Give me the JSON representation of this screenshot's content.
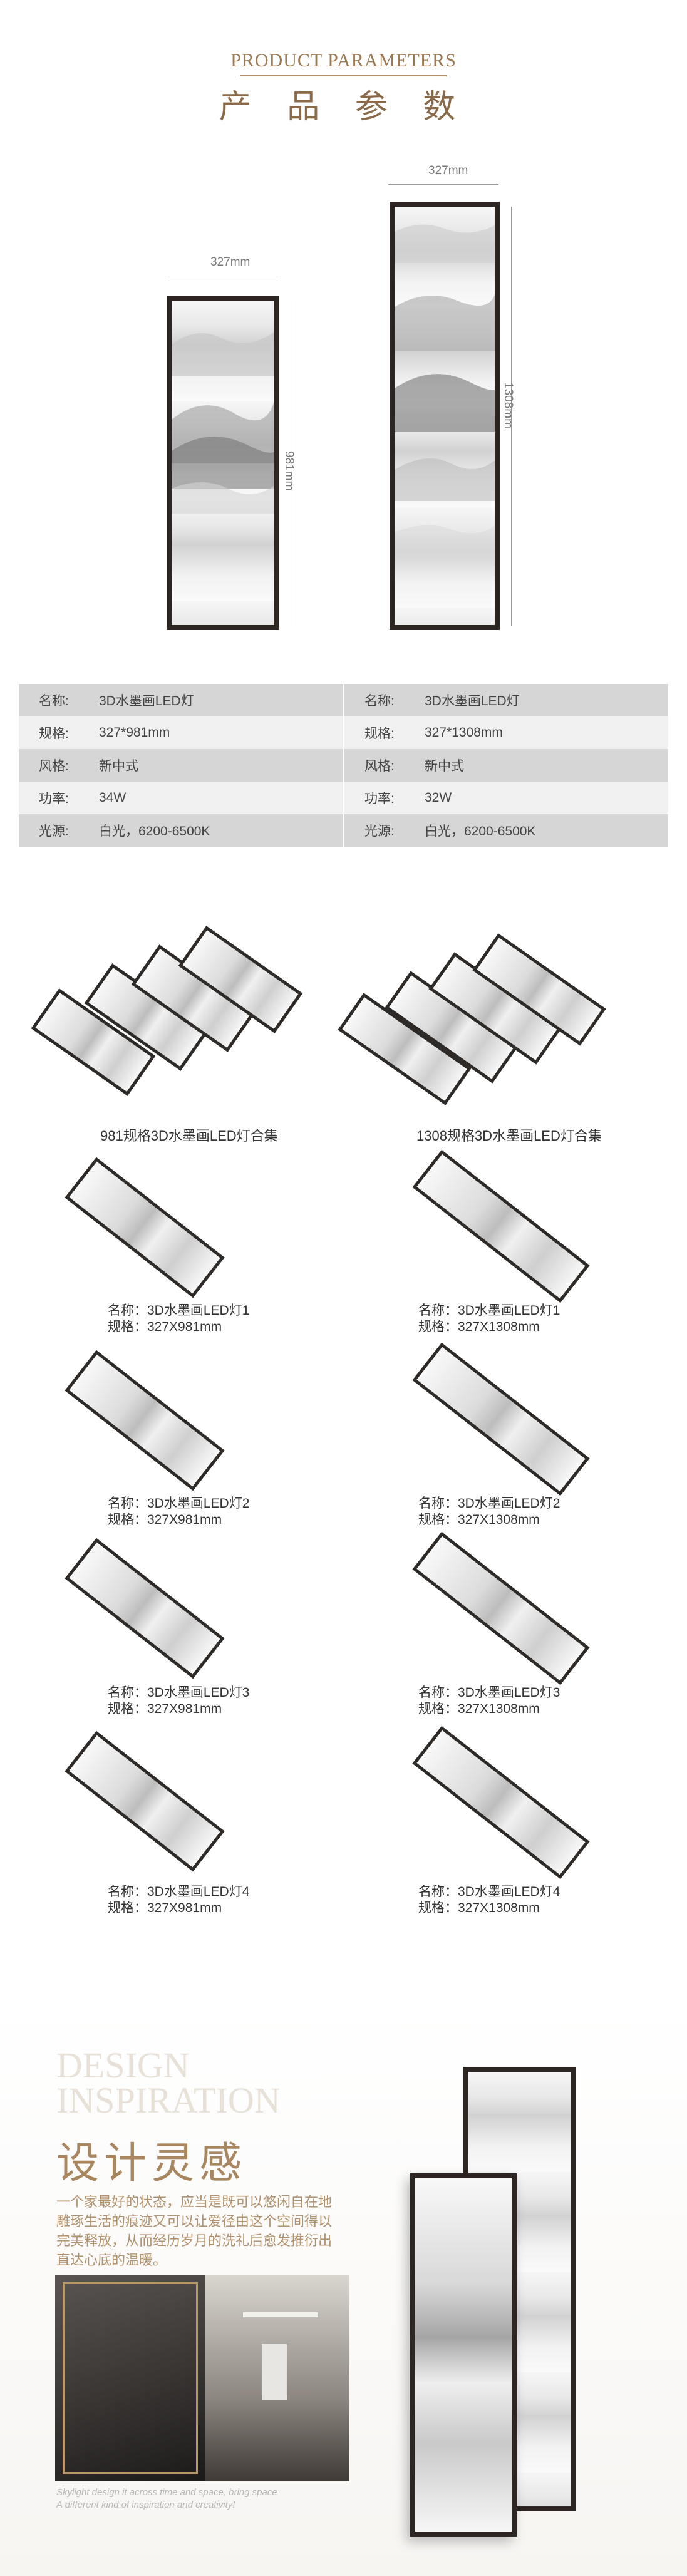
{
  "header": {
    "title_en": "PRODUCT PARAMETERS",
    "title_cn": "产 品 参 数"
  },
  "dimensions": {
    "small_width": "327mm",
    "small_height": "981mm",
    "large_width": "327mm",
    "large_height": "1308mm"
  },
  "specs_left": [
    {
      "label": "名称:",
      "value": "3D水墨画LED灯"
    },
    {
      "label": "规格:",
      "value": "327*981mm"
    },
    {
      "label": "风格:",
      "value": "新中式"
    },
    {
      "label": "功率:",
      "value": "34W"
    },
    {
      "label": "光源:",
      "value": "白光，6200-6500K"
    }
  ],
  "specs_right": [
    {
      "label": "名称:",
      "value": "3D水墨画LED灯"
    },
    {
      "label": "规格:",
      "value": "327*1308mm"
    },
    {
      "label": "风格:",
      "value": "新中式"
    },
    {
      "label": "功率:",
      "value": "32W"
    },
    {
      "label": "光源:",
      "value": "白光，6200-6500K"
    }
  ],
  "collections": {
    "left_caption": "981规格3D水墨画LED灯合集",
    "right_caption": "1308规格3D水墨画LED灯合集"
  },
  "items_left": [
    {
      "name": "名称：3D水墨画LED灯1",
      "spec": "规格：327X981mm"
    },
    {
      "name": "名称：3D水墨画LED灯2",
      "spec": "规格：327X981mm"
    },
    {
      "name": "名称：3D水墨画LED灯3",
      "spec": "规格：327X981mm"
    },
    {
      "name": "名称：3D水墨画LED灯4",
      "spec": "规格：327X981mm"
    }
  ],
  "items_right": [
    {
      "name": "名称：3D水墨画LED灯1",
      "spec": "规格：327X1308mm"
    },
    {
      "name": "名称：3D水墨画LED灯2",
      "spec": "规格：327X1308mm"
    },
    {
      "name": "名称：3D水墨画LED灯3",
      "spec": "规格：327X1308mm"
    },
    {
      "name": "名称：3D水墨画LED灯4",
      "spec": "规格：327X1308mm"
    }
  ],
  "inspiration": {
    "title_en_1": "DESIGN",
    "title_en_2": "INSPIRATION",
    "title_cn": "设计灵感",
    "body_1": "一个家最好的状态，应当是既可以悠闲自在地",
    "body_2": "雕琢生活的痕迹又可以让爱径由这个空间得以",
    "body_3": "完美释放，从而经历岁月的洗礼后愈发推衍出",
    "body_4": "直达心底的温暖。",
    "foot_1": "Skylight design it across time and space, bring space",
    "foot_2": "A different kind of inspiration and creativity!"
  },
  "colors": {
    "accent": "#9a7a54",
    "frame": "#2d2522",
    "table_dark": "#d6d6d6",
    "table_light": "#f0f0f0"
  }
}
